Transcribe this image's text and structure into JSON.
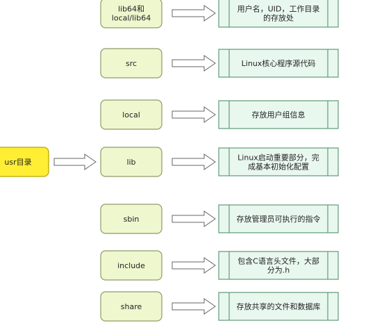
{
  "root": {
    "label": "usr目录",
    "fill": "#ffee33",
    "stroke": "#b9a800"
  },
  "folder_style": {
    "fill": "#eff7cf",
    "stroke": "#8f9a67"
  },
  "desc_style": {
    "fill": "#e9f8ef",
    "stroke": "#5e9a77"
  },
  "rows": [
    {
      "folder": [
        "lib64和",
        "local/lib64"
      ],
      "description": [
        "用户名，UID，工作目录",
        "的存放处"
      ]
    },
    {
      "folder": [
        "src"
      ],
      "description": [
        "Linux核心程序源代码"
      ]
    },
    {
      "folder": [
        "local"
      ],
      "description": [
        "存放用户组信息"
      ]
    },
    {
      "folder": [
        "lib"
      ],
      "description": [
        "Linux启动重要部分，完",
        "成基本初始化配置"
      ]
    },
    {
      "folder": [
        "sbin"
      ],
      "description": [
        "存放管理员可执行的指令"
      ]
    },
    {
      "folder": [
        "include"
      ],
      "description": [
        "包含C语言头文件，大部",
        "分为.h"
      ]
    },
    {
      "folder": [
        "share"
      ],
      "description": [
        "存放共享的文件和数据库"
      ]
    }
  ]
}
